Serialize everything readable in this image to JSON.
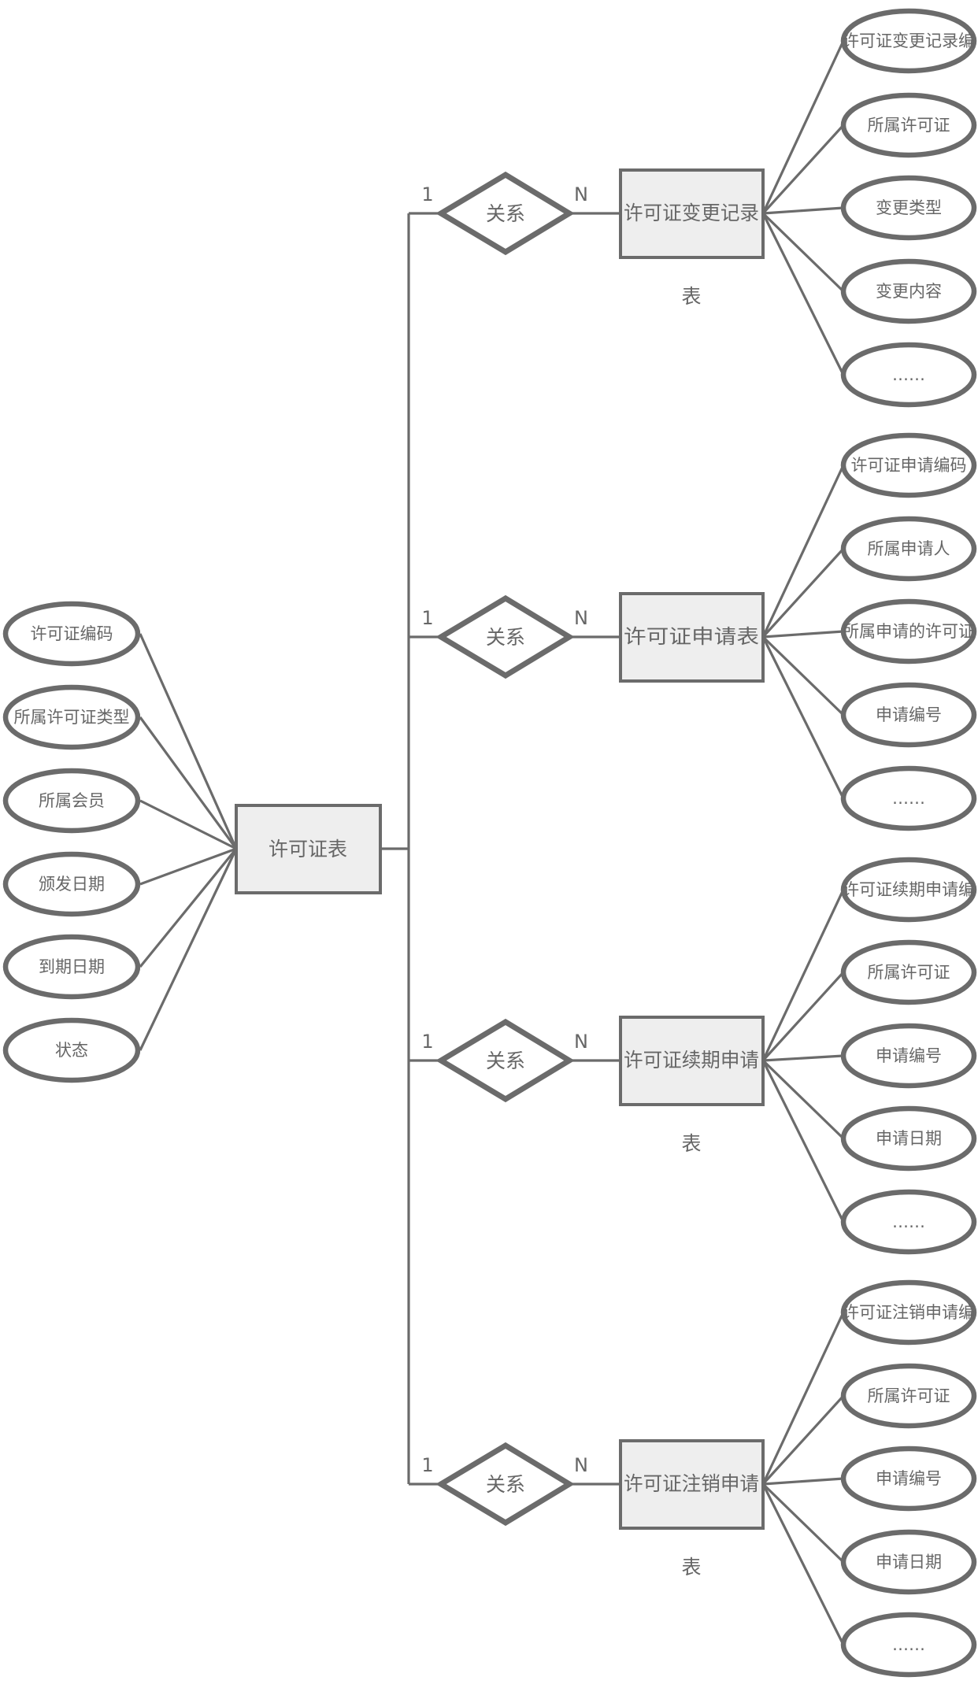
{
  "center_entity": {
    "label": "许可证表",
    "attributes": [
      "许可证编码",
      "所属许可证类型",
      "所属会员",
      "颁发日期",
      "到期日期",
      "状态"
    ]
  },
  "relations": [
    {
      "label": "关系",
      "card_left": "1",
      "card_right": "N",
      "entity": {
        "line1": "许可证变更记录",
        "line2": "表"
      },
      "attributes": [
        "许可证变更记录编",
        "所属许可证",
        "变更类型",
        "变更内容",
        "……"
      ]
    },
    {
      "label": "关系",
      "card_left": "1",
      "card_right": "N",
      "entity": {
        "line1": "许可证申请表",
        "line2": ""
      },
      "attributes": [
        "许可证申请编码",
        "所属申请人",
        "所属申请的许可证",
        "申请编号",
        "……"
      ]
    },
    {
      "label": "关系",
      "card_left": "1",
      "card_right": "N",
      "entity": {
        "line1": "许可证续期申请",
        "line2": "表"
      },
      "attributes": [
        "许可证续期申请编",
        "所属许可证",
        "申请编号",
        "申请日期",
        "……"
      ]
    },
    {
      "label": "关系",
      "card_left": "1",
      "card_right": "N",
      "entity": {
        "line1": "许可证注销申请",
        "line2": "表"
      },
      "attributes": [
        "许可证注销申请编",
        "所属许可证",
        "申请编号",
        "申请日期",
        "……"
      ]
    }
  ]
}
